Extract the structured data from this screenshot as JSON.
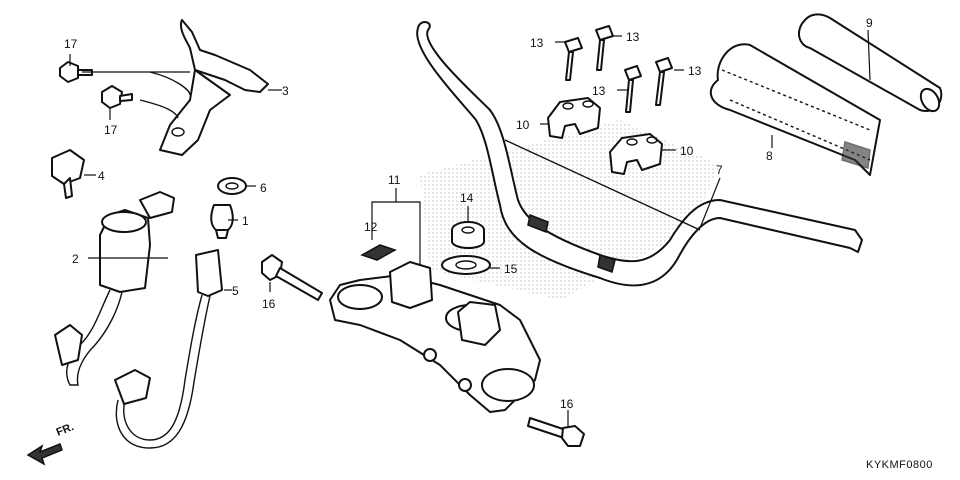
{
  "diagram": {
    "code": "KYKMF0800",
    "front_marker": "FR.",
    "callouts": [
      {
        "id": "c1",
        "label": "1"
      },
      {
        "id": "c2",
        "label": "2"
      },
      {
        "id": "c3",
        "label": "3"
      },
      {
        "id": "c4",
        "label": "4"
      },
      {
        "id": "c5",
        "label": "5"
      },
      {
        "id": "c6",
        "label": "6"
      },
      {
        "id": "c7",
        "label": "7"
      },
      {
        "id": "c8",
        "label": "8"
      },
      {
        "id": "c9",
        "label": "9"
      },
      {
        "id": "c10a",
        "label": "10"
      },
      {
        "id": "c10b",
        "label": "10"
      },
      {
        "id": "c11",
        "label": "11"
      },
      {
        "id": "c12",
        "label": "12"
      },
      {
        "id": "c13a",
        "label": "13"
      },
      {
        "id": "c13b",
        "label": "13"
      },
      {
        "id": "c13c",
        "label": "13"
      },
      {
        "id": "c13d",
        "label": "13"
      },
      {
        "id": "c14",
        "label": "14"
      },
      {
        "id": "c15",
        "label": "15"
      },
      {
        "id": "c16a",
        "label": "16"
      },
      {
        "id": "c16b",
        "label": "16"
      },
      {
        "id": "c17a",
        "label": "17"
      },
      {
        "id": "c17b",
        "label": "17"
      }
    ]
  }
}
